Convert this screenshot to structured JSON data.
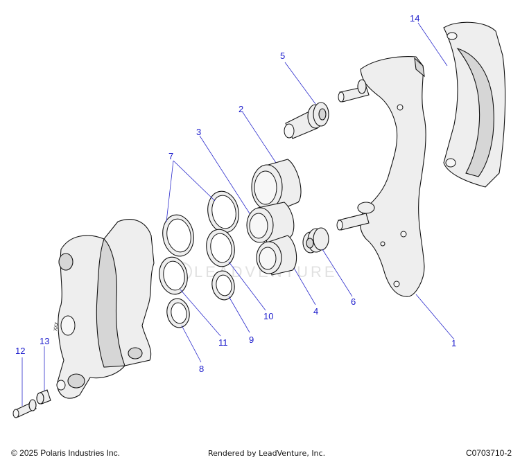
{
  "diagram": {
    "callouts": [
      {
        "id": "1",
        "text": "1"
      },
      {
        "id": "2",
        "text": "2"
      },
      {
        "id": "3",
        "text": "3"
      },
      {
        "id": "4",
        "text": "4"
      },
      {
        "id": "5",
        "text": "5"
      },
      {
        "id": "6",
        "text": "6"
      },
      {
        "id": "7",
        "text": "7"
      },
      {
        "id": "8",
        "text": "8"
      },
      {
        "id": "9",
        "text": "9"
      },
      {
        "id": "10",
        "text": "10"
      },
      {
        "id": "11",
        "text": "11"
      },
      {
        "id": "12",
        "text": "12"
      },
      {
        "id": "13",
        "text": "13"
      },
      {
        "id": "14",
        "text": "14"
      }
    ],
    "watermark": "LEADVENTURE",
    "body_stamp": "XXX"
  },
  "footer": {
    "copyright": "© 2025 Polaris Industries Inc.",
    "rendered_by": "Rendered by LeadVenture, Inc.",
    "diagram_code": "C0703710-2"
  },
  "colors": {
    "callout_text": "#1a1acc",
    "leader_line": "#2a2acc",
    "part_fill": "#eeeeee",
    "outline": "#111111"
  }
}
